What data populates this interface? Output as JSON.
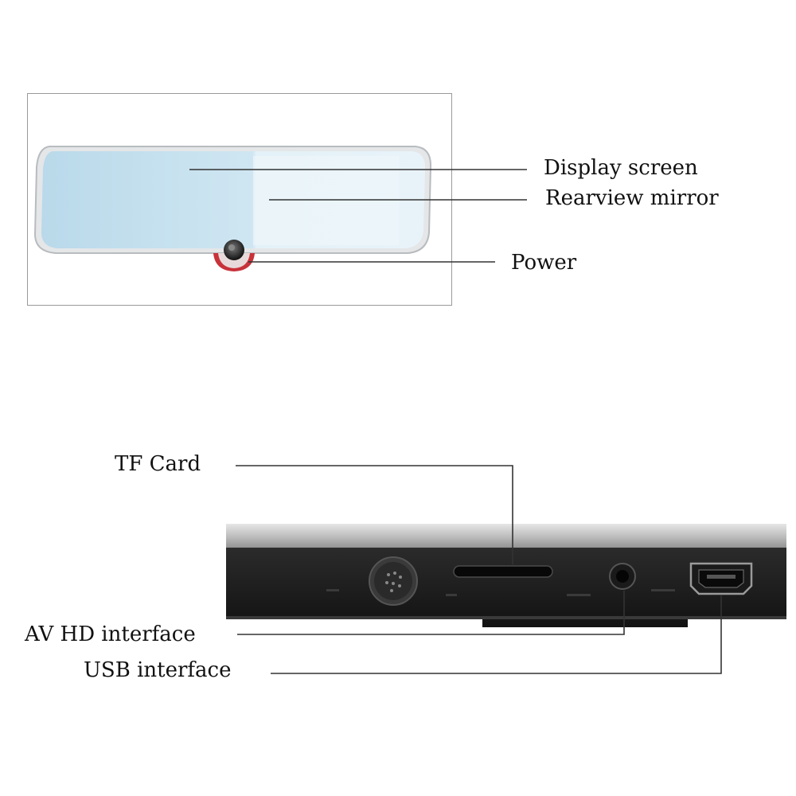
{
  "top_figure": {
    "labels": {
      "display_screen": "Display screen",
      "rearview_mirror": "Rearview mirror",
      "power": "Power"
    },
    "colors": {
      "mirror_glass": "#cfe6f2",
      "mirror_frame": "#e4e6e8",
      "power_button_ring": "#c8323a",
      "leader_line": "#333333"
    }
  },
  "bottom_figure": {
    "labels": {
      "tf_card": "TF Card",
      "av_hd_interface": "AV HD interface",
      "usb_interface": "USB interface"
    },
    "colors": {
      "device_body": "#1c1c1c",
      "device_top_edge": "#c9c9c9",
      "leader_line": "#333333"
    }
  }
}
